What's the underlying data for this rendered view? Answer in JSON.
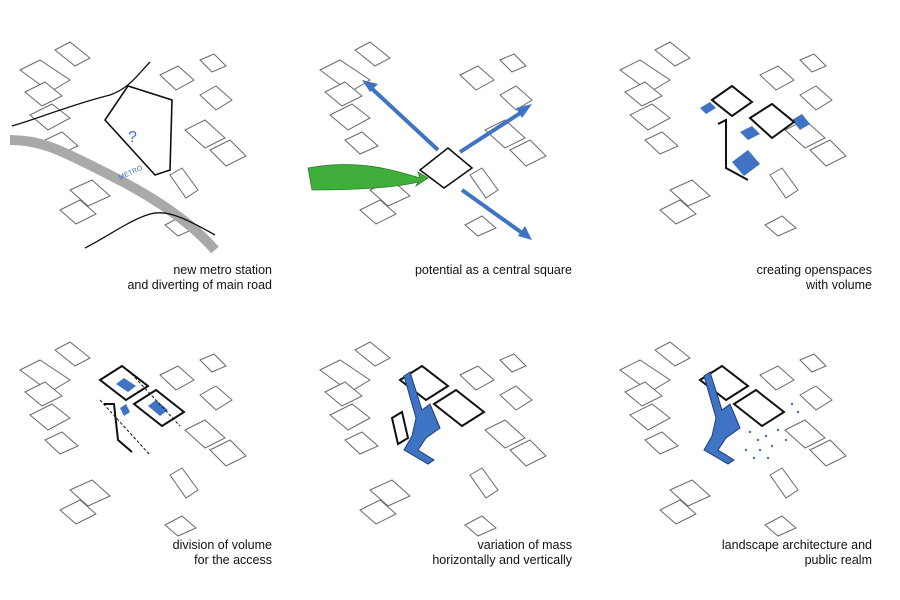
{
  "panels": [
    {
      "caption": [
        "new metro station",
        "and diverting  of main road"
      ],
      "marker_text": "?",
      "metro_text": "METRO"
    },
    {
      "caption": [
        "potential as a central square"
      ]
    },
    {
      "caption": [
        "creating openspaces",
        "with volume"
      ]
    },
    {
      "caption": [
        "division of volume",
        "for the access"
      ]
    },
    {
      "caption": [
        "variation of  mass",
        "horizontally and vertically"
      ]
    },
    {
      "caption": [
        "landscape architecture and",
        "public realm"
      ]
    }
  ],
  "colors": {
    "accent_blue": "#3f73c3",
    "arrow_green": "#3fae3a",
    "road_gray": "#a9a9a9",
    "line": "#111111"
  }
}
